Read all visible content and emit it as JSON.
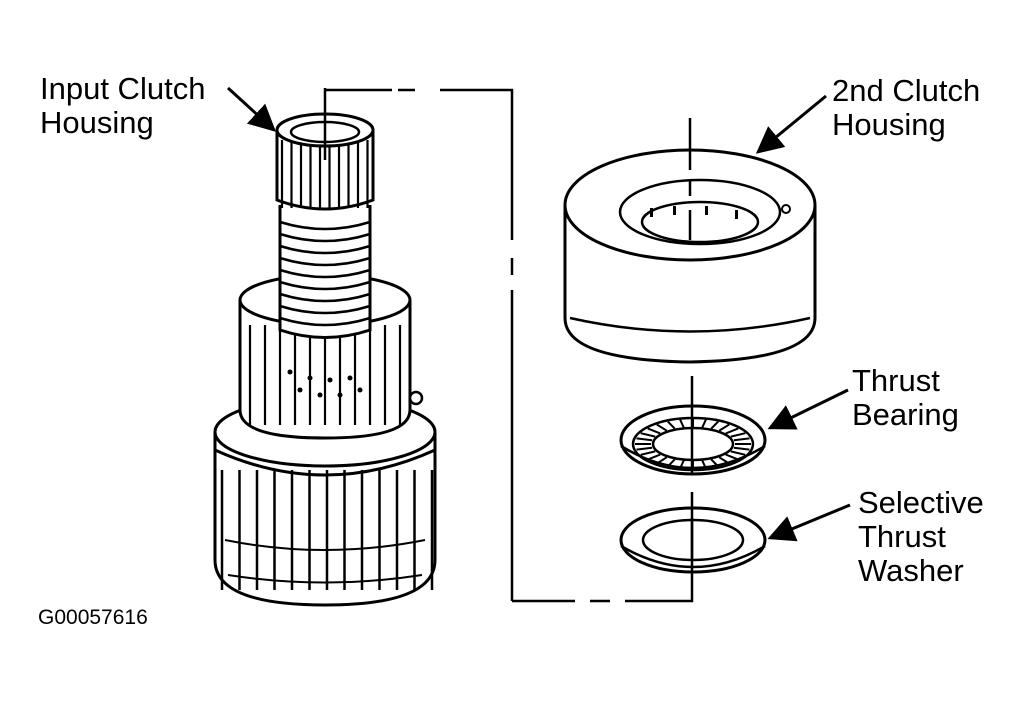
{
  "labels": {
    "input_clutch_housing": [
      "Input Clutch",
      "Housing"
    ],
    "second_clutch_housing": [
      "2nd Clutch",
      "Housing"
    ],
    "thrust_bearing": [
      "Thrust",
      "Bearing"
    ],
    "selective_thrust_washer": [
      "Selective",
      "Thrust",
      "Washer"
    ]
  },
  "figure_code": "G00057616",
  "colors": {
    "ink": "#000000",
    "paper": "#ffffff"
  }
}
